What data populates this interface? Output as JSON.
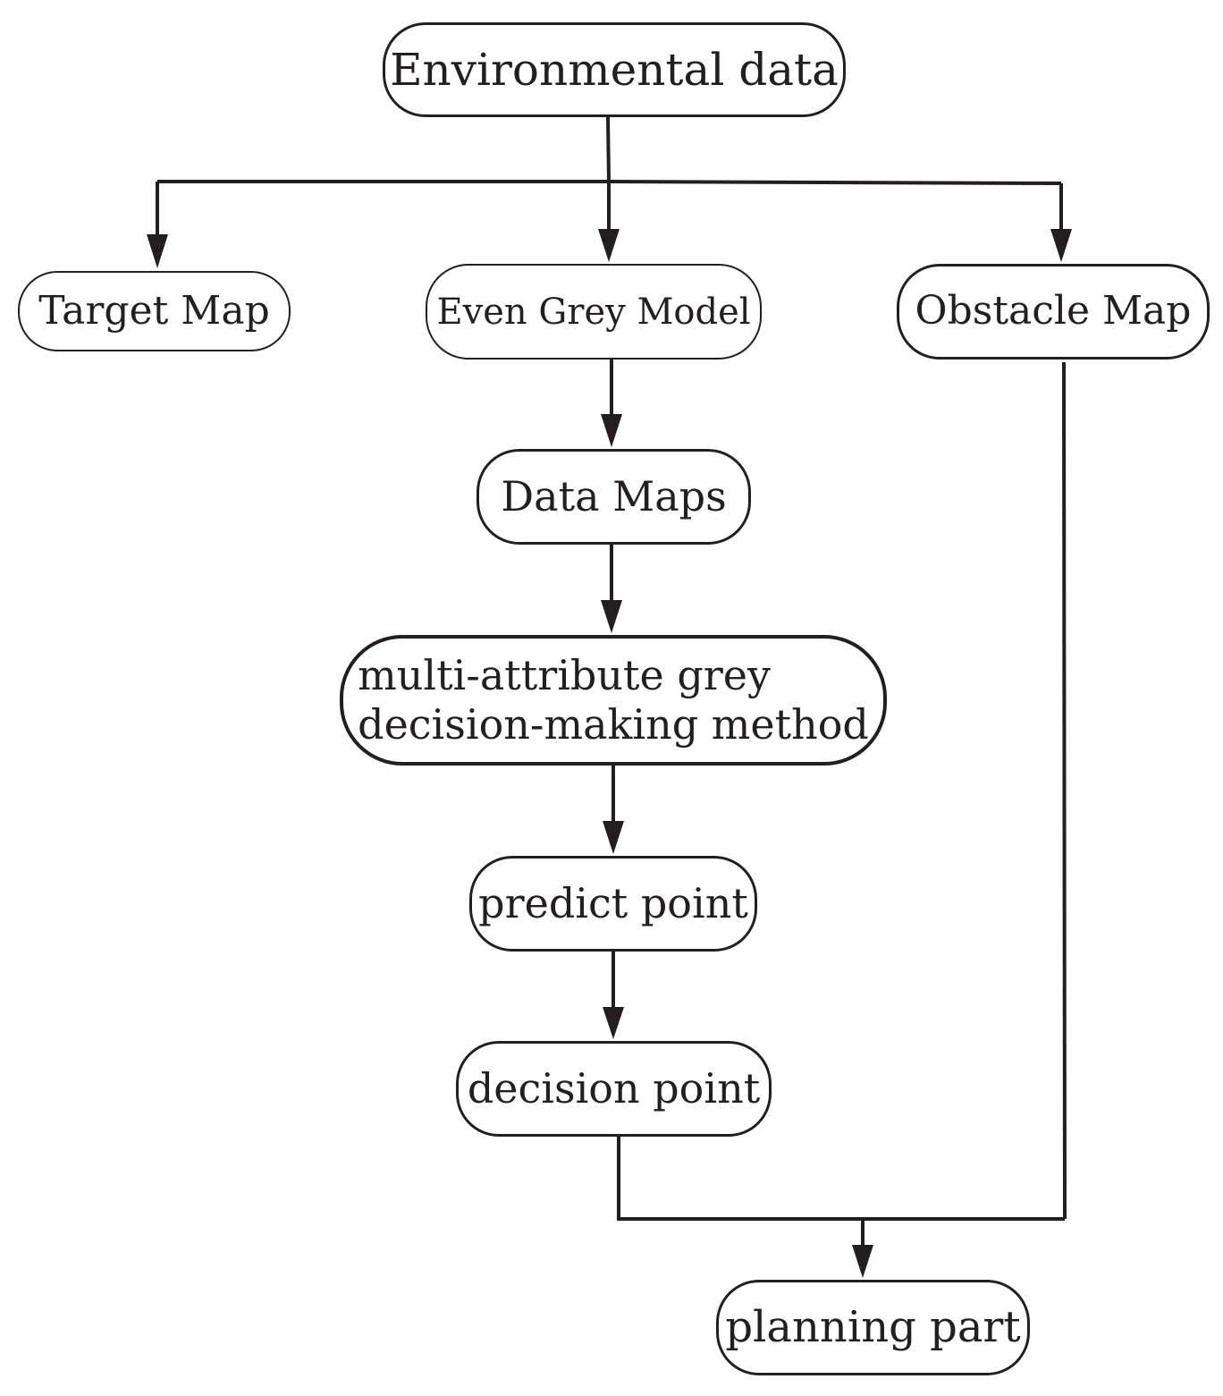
{
  "nodes": {
    "environmental_data": "Environmental data",
    "target_map": "Target Map",
    "even_grey_model": "Even Grey Model",
    "obstacle_map": "Obstacle Map",
    "data_maps": "Data Maps",
    "madm_line1": "multi-attribute grey",
    "madm_line2": "decision-making method",
    "predict_point": "predict point",
    "decision_point": "decision point",
    "planning_part": "planning part"
  },
  "colors": {
    "stroke": "#231f20",
    "background": "#ffffff"
  }
}
